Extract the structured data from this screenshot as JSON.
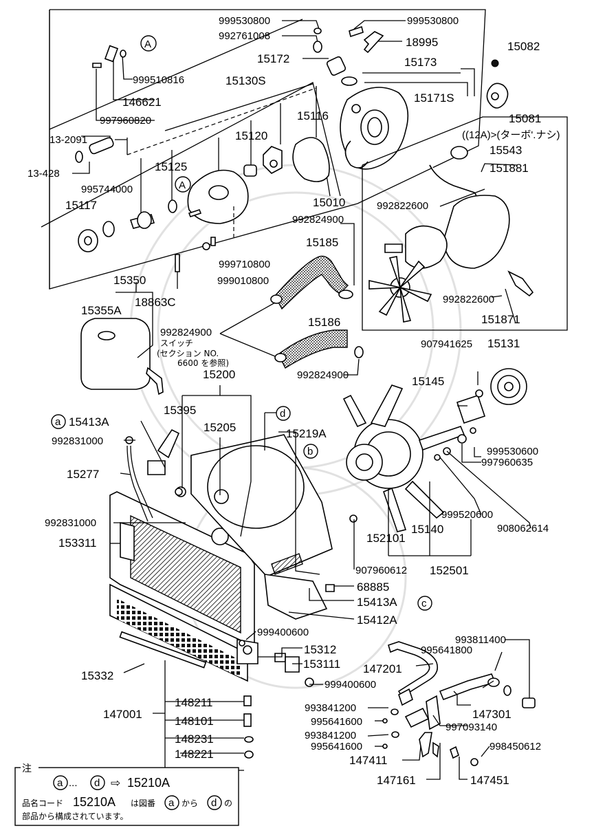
{
  "labels": {
    "p999530800a": "999530800",
    "p999530800b": "999530800",
    "p992761008": "992761008",
    "p18995": "18995",
    "p15082": "15082",
    "p15172": "15172",
    "p15173": "15173",
    "p999510816": "999510816",
    "p15130S": "15130S",
    "p146621": "146621",
    "p15171S": "15171S",
    "p15116": "15116",
    "p15081": "15081",
    "p997960820": "997960820",
    "p12A": "((12A)>(ターボ'.ナシ)",
    "p15120": "15120",
    "p13_2091": "13-2091",
    "p15543": "15543",
    "p13_428": "13-428",
    "p15125": "15125",
    "p151881": "151881",
    "p995744000": "995744000",
    "p15117": "15117",
    "p15010": "15010",
    "p992822600a": "992822600",
    "p992824900a": "992824900",
    "p15185": "15185",
    "p999710800": "999710800",
    "p999010800": "999010800",
    "p15350": "15350",
    "p18863C": "18863C",
    "p15355A": "15355A",
    "p992822600b": "992822600",
    "p151871": "151871",
    "p992824900b": "992824900",
    "p15186": "15186",
    "switch_note1": "スイッチ",
    "switch_note2": "(セクション NO.",
    "switch_note3": "6600 を参照)",
    "p907941625": "907941625",
    "p15131": "15131",
    "p15200": "15200",
    "p992824900c": "992824900",
    "p15145": "15145",
    "p15395": "15395",
    "p15413A_a": "15413A",
    "p15205": "15205",
    "p15219A": "15219A",
    "p992831000a": "992831000",
    "p999530600": "999530600",
    "p997960635": "997960635",
    "p15277": "15277",
    "p999520600": "999520600",
    "p992831000b": "992831000",
    "p908062614": "908062614",
    "p153311": "153311",
    "p15140": "15140",
    "p152101": "152101",
    "p907960612": "907960612",
    "p152501": "152501",
    "p68885": "68885",
    "p15413A_c": "15413A",
    "p15412A": "15412A",
    "p999400600a": "999400600",
    "p993811400": "993811400",
    "p15312": "15312",
    "p995641800a": "995641800",
    "p153111": "153111",
    "p147201": "147201",
    "p15332": "15332",
    "p999400600b": "999400600",
    "p148211": "148211",
    "p147001": "147001",
    "p993841200a": "993841200",
    "p147301": "147301",
    "p995641600a": "995641600",
    "p148101": "148101",
    "p997093140": "997093140",
    "p993841200b": "993841200",
    "p148231": "148231",
    "p995641600b": "995641600",
    "p998450612": "998450612",
    "p148221": "148221",
    "p147411": "147411",
    "p147161": "147161",
    "p147451": "147451"
  },
  "callouts": {
    "A": "A",
    "a": "a",
    "b": "b",
    "c": "c",
    "d": "d"
  },
  "note": {
    "title": "注",
    "range_from": "a",
    "range_dots": "...",
    "range_to": "d",
    "arrow": "⇨",
    "target": "15210A",
    "line2_prefix": "品名コード",
    "line2_code": "15210A",
    "line2_mid": "は図番",
    "line2_from": "a",
    "line2_kara": "から",
    "line2_to": "d",
    "line2_suffix": "の",
    "line3": "部品から構成されています。"
  }
}
